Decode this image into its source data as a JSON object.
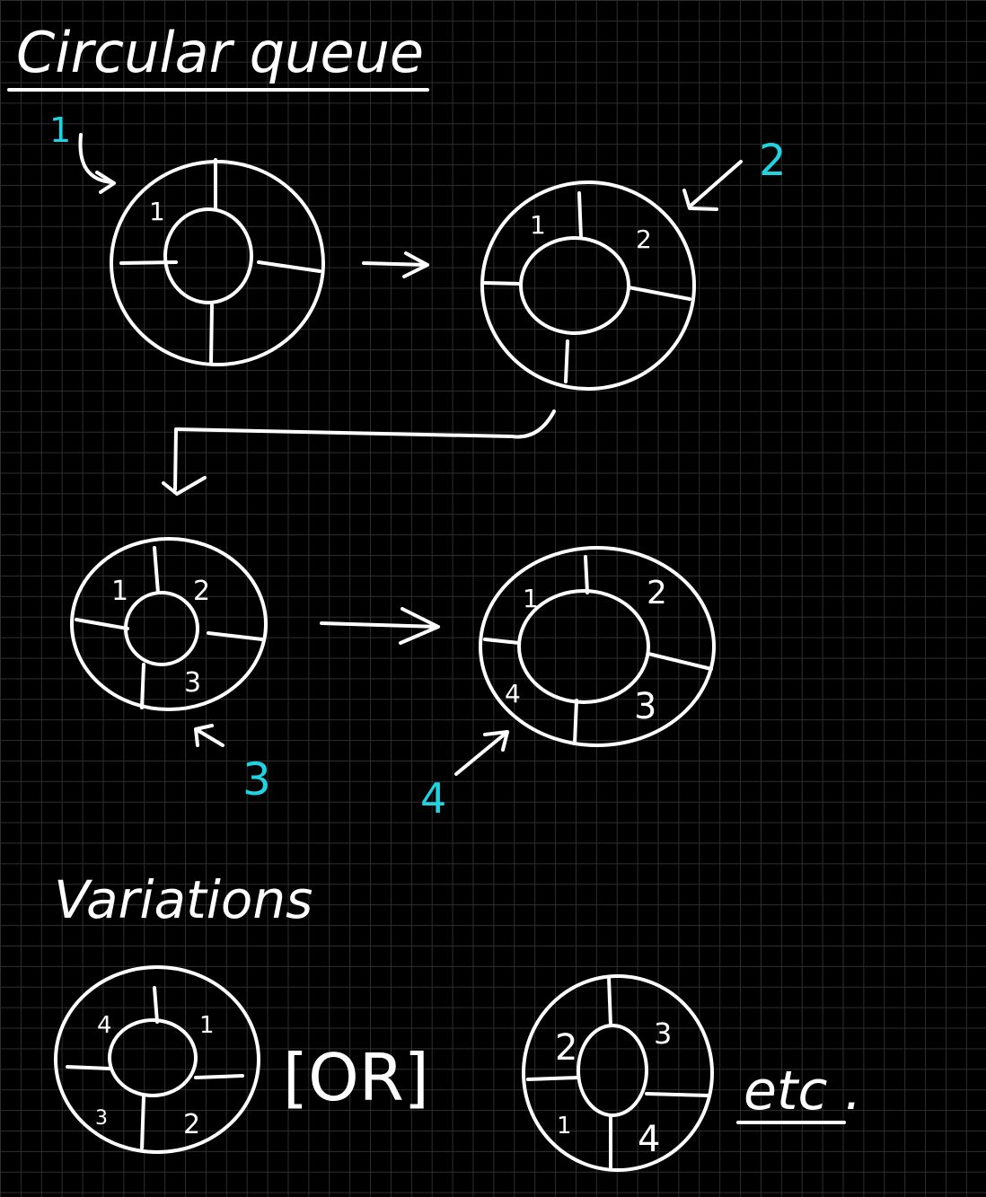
{
  "title": "Circular queue",
  "section_variations": "Variations",
  "or_label": "[OR]",
  "etc_label": "etc .",
  "steps": [
    {
      "step": "1",
      "slots": [
        "1",
        "",
        "",
        ""
      ]
    },
    {
      "step": "2",
      "slots": [
        "1",
        "2",
        "",
        ""
      ]
    },
    {
      "step": "3",
      "slots": [
        "1",
        "2",
        "3",
        ""
      ]
    },
    {
      "step": "4",
      "slots": [
        "1",
        "2",
        "3",
        "4"
      ]
    }
  ],
  "variations": [
    {
      "slots": [
        "4",
        "1",
        "2",
        "3"
      ]
    },
    {
      "slots": [
        "2",
        "3",
        "4",
        "1"
      ]
    }
  ],
  "colors": {
    "ink": "#ffffff",
    "step_number": "#1fd3e0",
    "background": "#000000",
    "grid": "#2e2e2e"
  }
}
